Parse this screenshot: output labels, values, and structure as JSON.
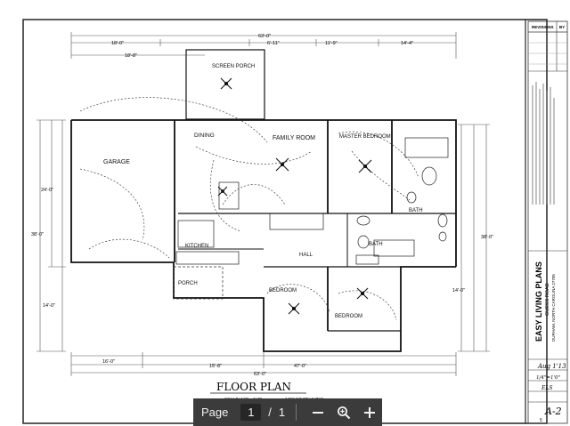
{
  "titleblock": {
    "revisions_header": "REVISIONS",
    "by_header": "BY",
    "company": "EASY LIVING PLANS",
    "project": "GUESS ROAD",
    "location": "DURHAM, NORTH CAROLINA 27705",
    "date": "Aug 1'13",
    "scale_small": "1/4\"=1'0\"",
    "drawn": "ELS",
    "sheet_no": "A-2",
    "sheet_of": "5"
  },
  "plan": {
    "title": "FLOOR PLAN",
    "scale_note": "SCALE: 1/4\" = 1'-0\"",
    "area_note": "1452 SQ FT LIVING",
    "rooms": {
      "screen_porch": "SCREEN PORCH",
      "dining": "DINING",
      "family_room": "FAMILY ROOM",
      "master_bedroom": "MASTER BEDROOM",
      "garage": "GARAGE",
      "kitchen": "KITCHEN",
      "porch": "PORCH",
      "hall": "HALL",
      "bath_1": "BATH",
      "bath_2": "BATH",
      "bedroom_1": "BEDROOM",
      "bedroom_2": "BEDROOM"
    },
    "dims": {
      "top_total": "63'-0\"",
      "top_1": "18'-0\"",
      "top_2": "6'-11\"",
      "top_3": "11'-9\"",
      "top_4": "14'-4\"",
      "top_5": "18'-8\"",
      "left_1": "24'-0\"",
      "left_2": "38'-0\"",
      "left_3": "14'-0\"",
      "right_1": "38'-0\"",
      "right_2": "14'-0\"",
      "bottom_1": "16'-0\"",
      "bottom_2": "15'-8\"",
      "bottom_3": "47'-0\"",
      "bottom_total": "63'-0\""
    }
  },
  "toolbar": {
    "page_label": "Page",
    "current_page": "1",
    "separator": "/",
    "total_pages": "1"
  }
}
